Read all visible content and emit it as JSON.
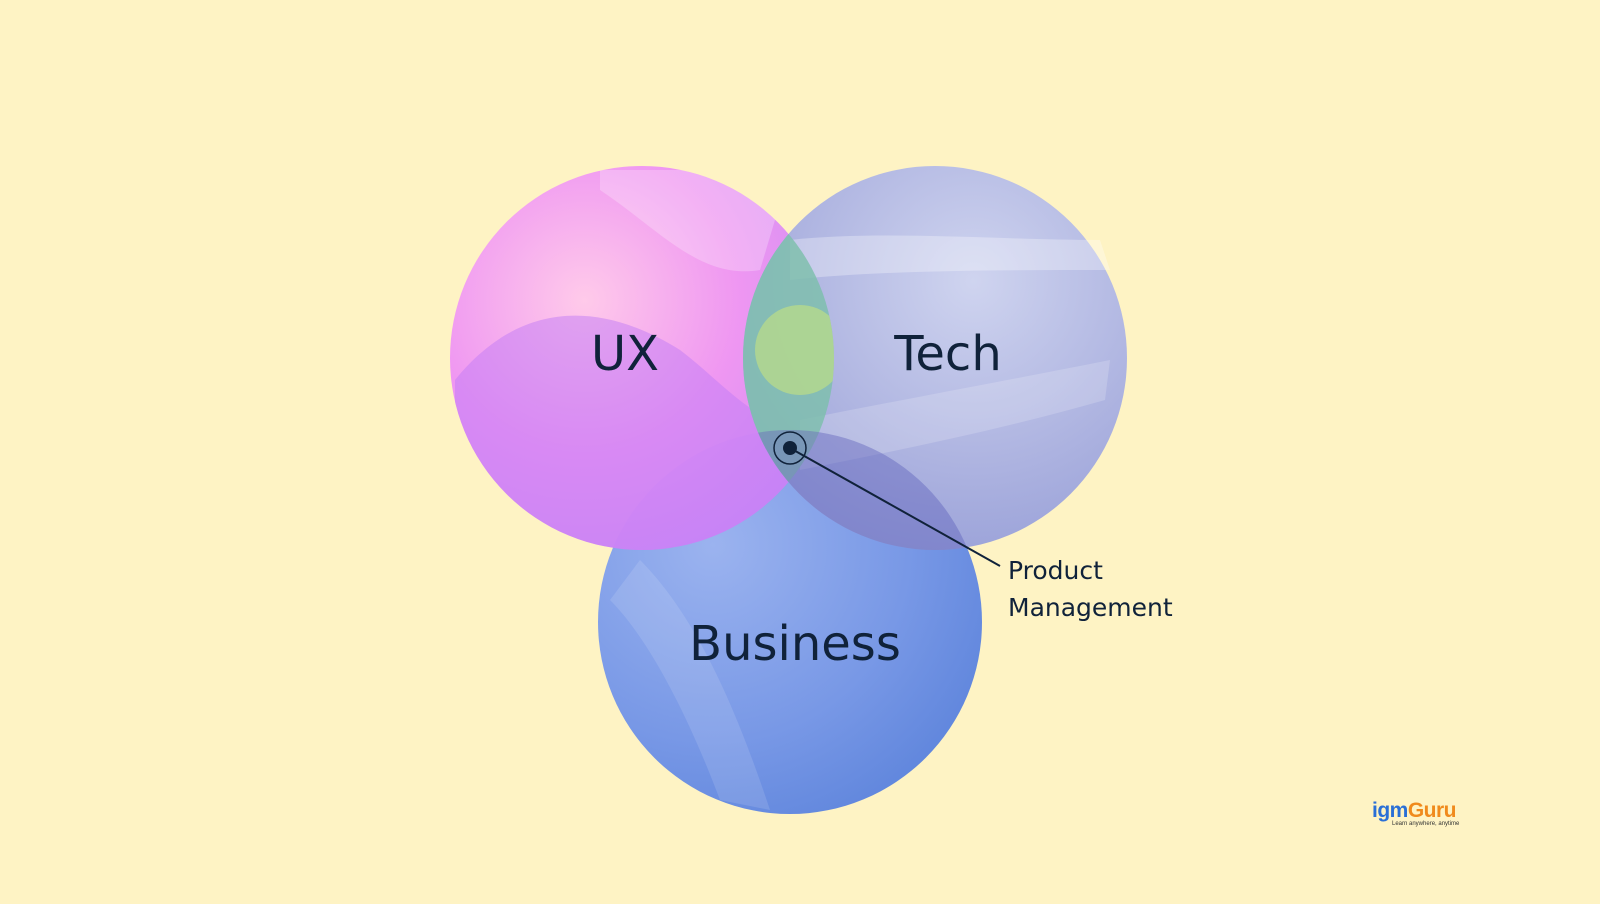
{
  "diagram": {
    "circles": [
      {
        "id": "ux",
        "label": "UX",
        "color": "#e98cf2"
      },
      {
        "id": "tech",
        "label": "Tech",
        "color": "#a3abe2"
      },
      {
        "id": "business",
        "label": "Business",
        "color": "#6f91e3"
      }
    ],
    "intersection_callout": {
      "line1": "Product",
      "line2": "Management"
    },
    "text_color": "#10223a",
    "background_color": "#fef3c4"
  },
  "logo": {
    "part1": "igm",
    "part2": "Guru",
    "part1_color": "#2a6fd6",
    "part2_color": "#f08a1c",
    "tagline": "Learn anywhere, anytime"
  }
}
